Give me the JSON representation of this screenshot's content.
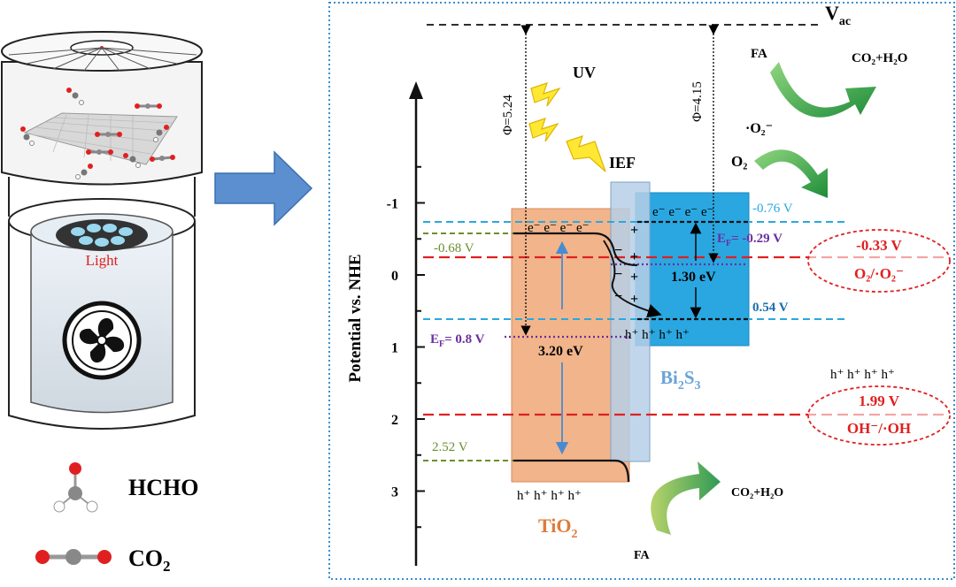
{
  "reactor": {
    "light_label": "Light"
  },
  "legend": {
    "hcho_label": "HCHO",
    "co2_label": "CO",
    "co2_sub": "2"
  },
  "diagram": {
    "vac_label": "V",
    "vac_sub": "ac",
    "phi_left": "Φ=5.24",
    "phi_right": "Φ=4.15",
    "uv_label": "UV",
    "ief_label": "IEF",
    "y_axis_label": "Potential vs. NHE",
    "y_ticks": [
      "-1",
      "0",
      "1",
      "2",
      "3"
    ],
    "electrons_tio2": "e⁻ e⁻ e⁻ e⁻",
    "electrons_bi2s3": "e⁻ e⁻ e⁻ e⁻",
    "holes_tio2": "h⁺ h⁺ h⁺ h⁺",
    "holes_bi2s3": "h⁺ h⁺ h⁺ h⁺",
    "holes_free": "h⁺ h⁺ h⁺ h⁺",
    "tio2_cb": "-0.68 V",
    "tio2_vb": "2.52 V",
    "tio2_ef": "E",
    "tio2_ef_sub": "F",
    "tio2_ef_val": "= 0.8 V",
    "tio2_gap": "3.20 eV",
    "tio2_label": "TiO",
    "tio2_sub": "2",
    "bi2s3_cb": "-0.76 V",
    "bi2s3_vb": "0.54 V",
    "bi2s3_ef": "E",
    "bi2s3_ef_sub": "F",
    "bi2s3_ef_val": "= -0.29 V",
    "bi2s3_gap": "1.30 eV",
    "bi2s3_label_a": "Bi",
    "bi2s3_label_b": "2",
    "bi2s3_label_c": "S",
    "bi2s3_label_d": "3",
    "o2_redox_val": "-0.33 V",
    "o2_redox_pair": "O₂/·O₂⁻",
    "oh_redox_val": "1.99 V",
    "oh_redox_pair": "OH⁻/·OH",
    "fa_top": "FA",
    "co2h2o_top": "CO₂+H₂O",
    "superoxide": "·O₂⁻",
    "o2_label": "O₂",
    "fa_bottom": "FA",
    "co2h2o_bottom": "CO₂+H₂O",
    "plus_signs": "+",
    "minus_signs": "−"
  },
  "colors": {
    "tio2_fill": "#f2b48a",
    "bi2s3_fill": "#2aa7e0",
    "arrow_blue": "#4a8bd0",
    "green": "#4caf50",
    "red_dash": "#e02020",
    "cyan_dash": "#29a8e0",
    "olive": "#6a8f2a",
    "purple": "#6a2fa0"
  }
}
